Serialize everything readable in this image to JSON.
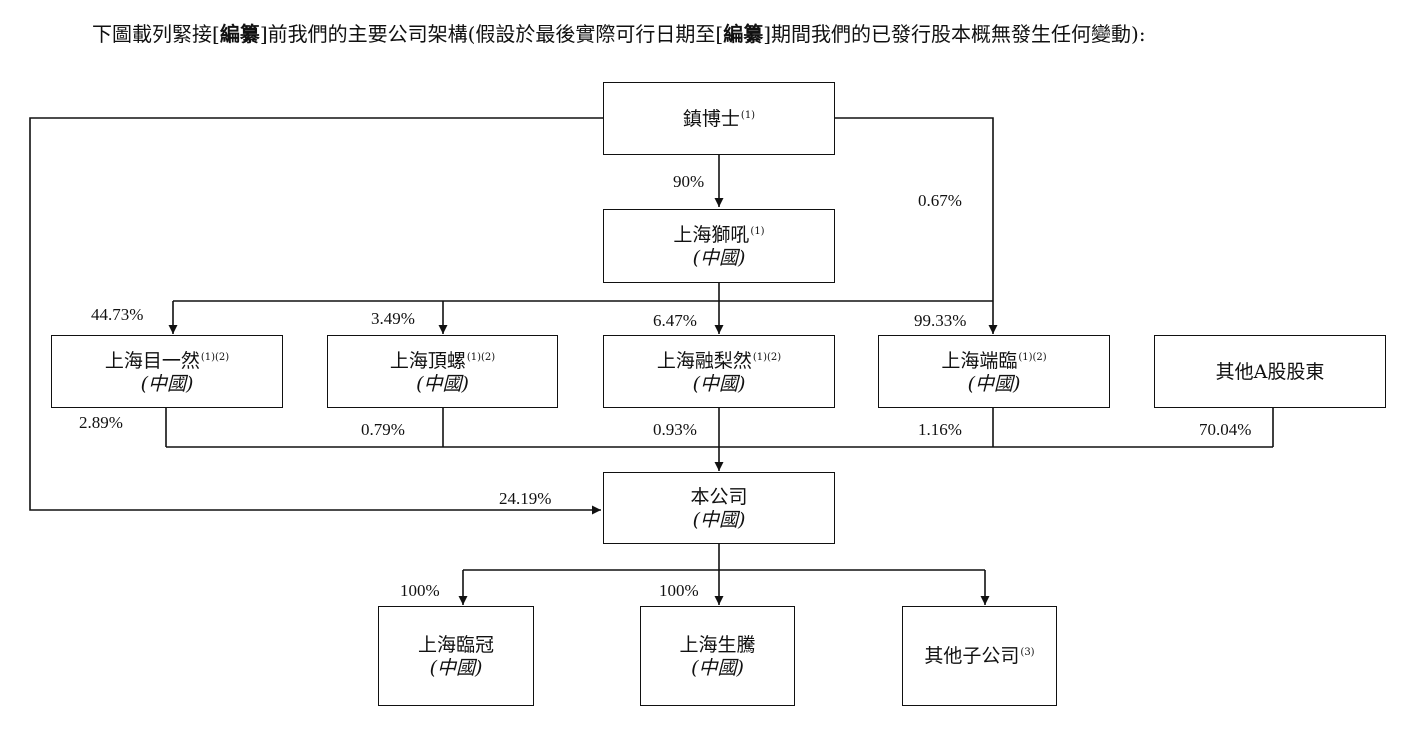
{
  "intro": {
    "p1": "下圖載列緊接[",
    "b1": "編纂",
    "p2": "]前我們的主要公司架構(假設於最後實際可行日期至[",
    "b2": "編纂",
    "p3": "]期間我們的已發行股本概無發生任何變動):"
  },
  "nodes": {
    "zhenboshi": {
      "name": "鎮博士",
      "note": "(1)"
    },
    "shanghai_shihou": {
      "name": "上海獅吼",
      "note": "(1)",
      "jur": "(中國)"
    },
    "shanghai_muyiran": {
      "name": "上海目一然",
      "note": "(1)(2)",
      "jur": "(中國)"
    },
    "shanghai_dingluo": {
      "name": "上海頂螺",
      "note": "(1)(2)",
      "jur": "(中國)"
    },
    "shanghai_ronglilran": {
      "name": "上海融梨然",
      "note": "(1)(2)",
      "jur": "(中國)"
    },
    "shanghai_duanlin": {
      "name": "上海端臨",
      "note": "(1)(2)",
      "jur": "(中國)"
    },
    "other_a_shareholders": {
      "name": "其他A股股東"
    },
    "company": {
      "name": "本公司",
      "jur": "(中國)"
    },
    "shanghai_linguan": {
      "name": "上海臨冠",
      "jur": "(中國)"
    },
    "shanghai_shengteng": {
      "name": "上海生騰",
      "jur": "(中國)"
    },
    "other_subsidiaries": {
      "name": "其他子公司",
      "note": "(3)"
    }
  },
  "percentages": {
    "zhenboshi_to_shihou": "90%",
    "zhenboshi_to_duanlin": "0.67%",
    "shihou_to_muyiran": "44.73%",
    "shihou_to_dingluo": "3.49%",
    "shihou_to_ronglilran": "6.47%",
    "shihou_to_duanlin": "99.33%",
    "muyiran_to_company": "2.89%",
    "dingluo_to_company": "0.79%",
    "ronglilran_to_company": "0.93%",
    "duanlin_to_company": "1.16%",
    "others_to_company": "70.04%",
    "zhenboshi_to_company": "24.19%",
    "company_to_linguan": "100%",
    "company_to_shengteng": "100%"
  }
}
